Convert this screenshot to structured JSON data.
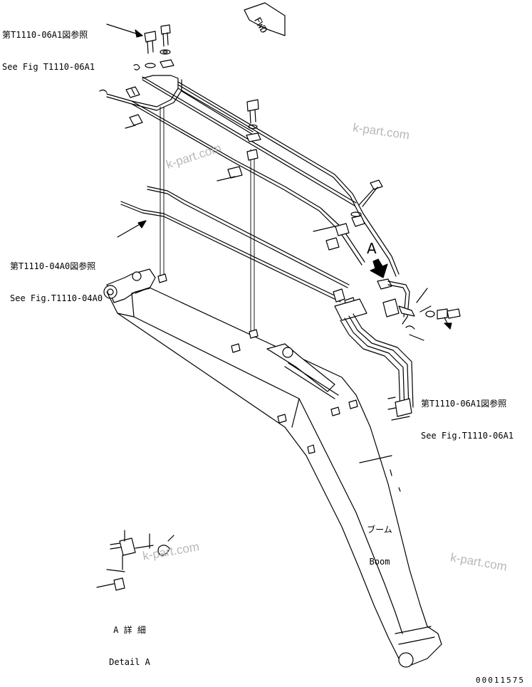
{
  "refs": {
    "top_left": {
      "jp": "第T1110-06A1図参照",
      "en": "See Fig T1110-06A1"
    },
    "middle_left": {
      "jp": "第T1110-04A0図参照",
      "en": "See Fig.T1110-04A0"
    },
    "right": {
      "jp": "第T1110-06A1図参照",
      "en": "See Fig.T1110-06A1"
    }
  },
  "fwd_label": "FWD",
  "boom": {
    "jp": "ブーム",
    "en": "Boom"
  },
  "detail_a": {
    "jp": "A 詳 細",
    "en": "Detail A"
  },
  "callout_a": "A",
  "watermarks": [
    "k-part.com",
    "k-part.com",
    "k-part.com",
    "k-part.com"
  ],
  "figure_number": "00011575"
}
